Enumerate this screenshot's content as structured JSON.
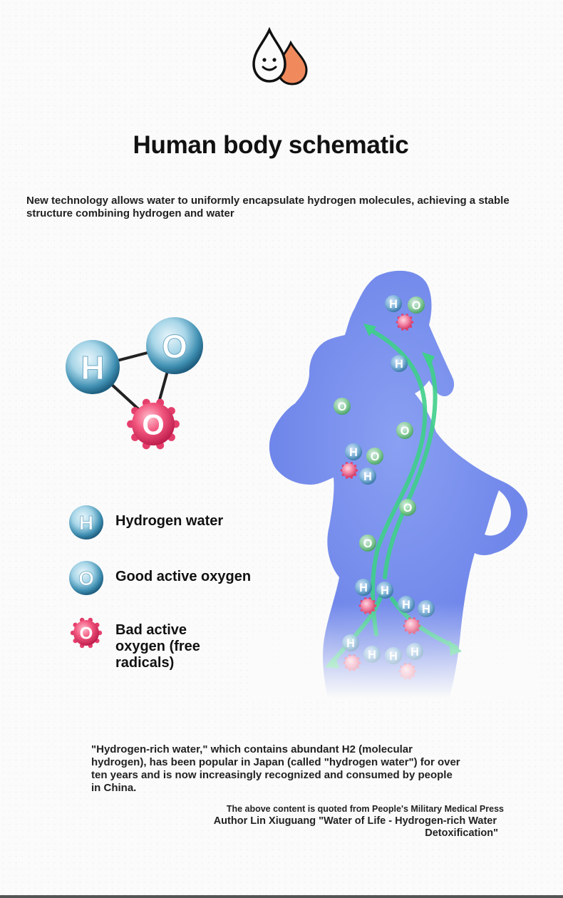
{
  "title": "Human body schematic",
  "intro": "New technology allows water to uniformly encapsulate hydrogen molecules, achieving a stable structure combining hydrogen and water",
  "molecule": {
    "h_letter": "H",
    "o_letter": "O",
    "bad_o_letter": "O"
  },
  "legend": [
    {
      "symbol": "H",
      "label": "Hydrogen water"
    },
    {
      "symbol": "O",
      "label": "Good active oxygen"
    },
    {
      "symbol": "O",
      "label": "Bad active oxygen (free radicals)"
    }
  ],
  "body_labels": {
    "h": "H",
    "o": "O"
  },
  "quote": "\"Hydrogen-rich water,\" which contains abundant H2 (molecular hydrogen), has been popular in Japan (called \"hydrogen water\") for over ten years and is now increasingly recognized and consumed by people in China.",
  "source": {
    "line1": "The above content is quoted from People's Military Medical Press",
    "line2": "Author Lin Xiuguang \"Water of Life - Hydrogen-rich Water",
    "line3": "Detoxification\""
  },
  "colors": {
    "accent_orange": "#f08a5d",
    "body_blue": "#6f86ea",
    "arrow_green": "#3fd08a",
    "hydrogen_blue": "#4d9ec0",
    "bad_pink": "#ee4f7a"
  }
}
